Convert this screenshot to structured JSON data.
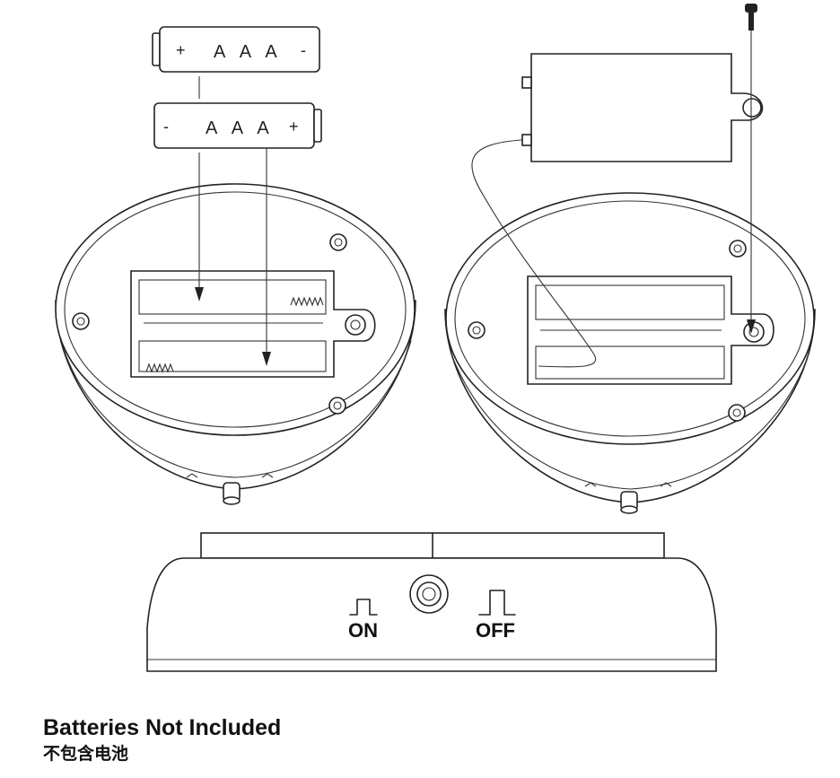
{
  "battery_top": {
    "plus": "+",
    "type": "A A A",
    "minus": "-"
  },
  "battery_bottom": {
    "minus": "-",
    "type": "A A A",
    "plus": "+"
  },
  "switch": {
    "on_label": "ON",
    "off_label": "OFF"
  },
  "caption": {
    "english": "Batteries Not Included",
    "chinese": "不包含电池"
  }
}
